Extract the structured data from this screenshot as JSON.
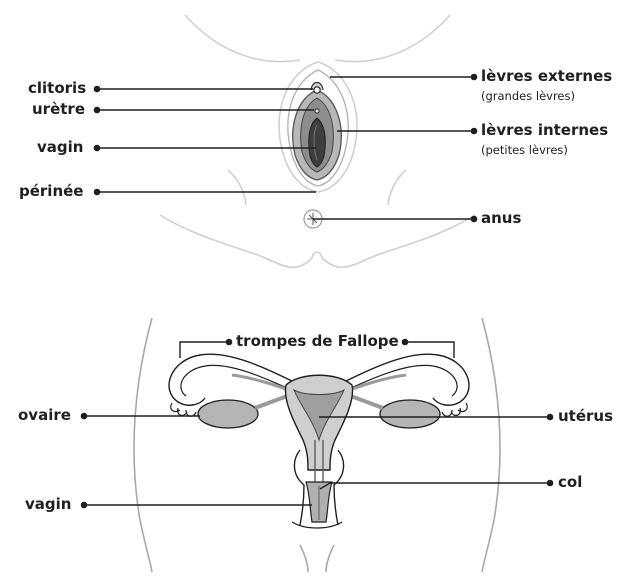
{
  "external_view": {
    "labels": {
      "clitoris": "clitoris",
      "uretre": "urètre",
      "vagin": "vagin",
      "perinee": "périnée",
      "levres_externes": "lèvres externes",
      "levres_externes_sub": "(grandes lèvres)",
      "levres_internes": "lèvres internes",
      "levres_internes_sub": "(petites lèvres)",
      "anus": "anus"
    }
  },
  "internal_view": {
    "labels": {
      "trompes": "trompes de Fallope",
      "ovaire": "ovaire",
      "uterus": "utérus",
      "col": "col",
      "vagin": "vagin"
    }
  },
  "colors": {
    "line": "#1f1f1f",
    "outline_light": "#cfcfcf",
    "organ_fill": "#b5b5b5",
    "organ_dark": "#5a5a5a"
  }
}
